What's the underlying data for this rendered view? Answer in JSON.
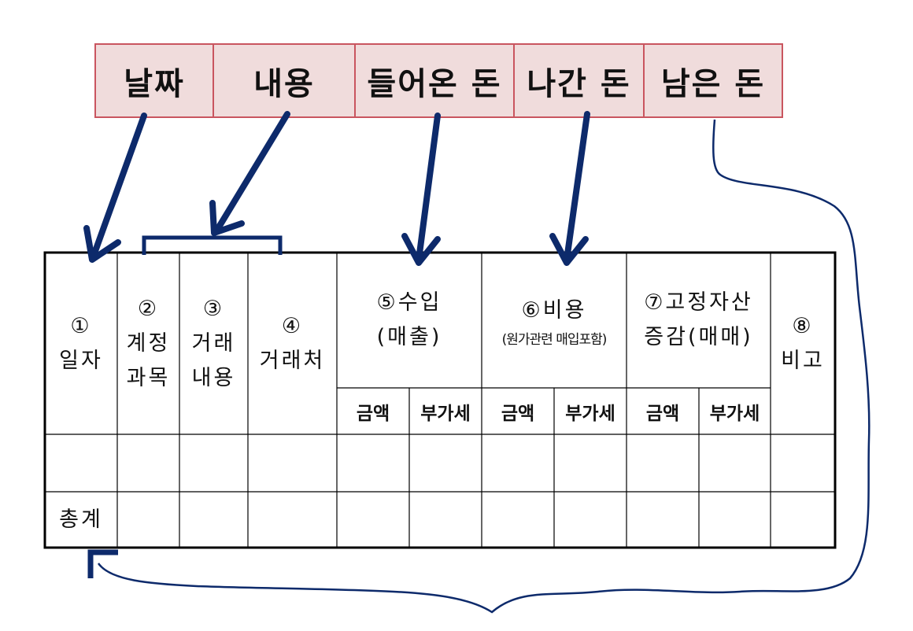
{
  "top_headers": [
    "날짜",
    "내용",
    "들어온 돈",
    "나간 돈",
    "남은 돈"
  ],
  "table": {
    "col1": {
      "num": "①",
      "label": "일자"
    },
    "col2": {
      "num": "②",
      "line1": "계정",
      "line2": "과목"
    },
    "col3": {
      "num": "③",
      "line1": "거래",
      "line2": "내용"
    },
    "col4": {
      "num": "④",
      "label": "거래처"
    },
    "col5": {
      "title": "⑤수입",
      "sub": "(매출)"
    },
    "col6": {
      "title": "⑥비용",
      "sub": "(원가관련 매입포함)"
    },
    "col7": {
      "title": "⑦고정자산",
      "sub": "증감(매매)"
    },
    "col8": {
      "num": "⑧",
      "label": "비고"
    },
    "sub_headers": [
      "금액",
      "부가세",
      "금액",
      "부가세",
      "금액",
      "부가세"
    ],
    "total_label": "총계"
  },
  "colors": {
    "header_fill": "#f0dcdc",
    "header_border": "#c9555f",
    "arrow": "#0d2a6b"
  }
}
